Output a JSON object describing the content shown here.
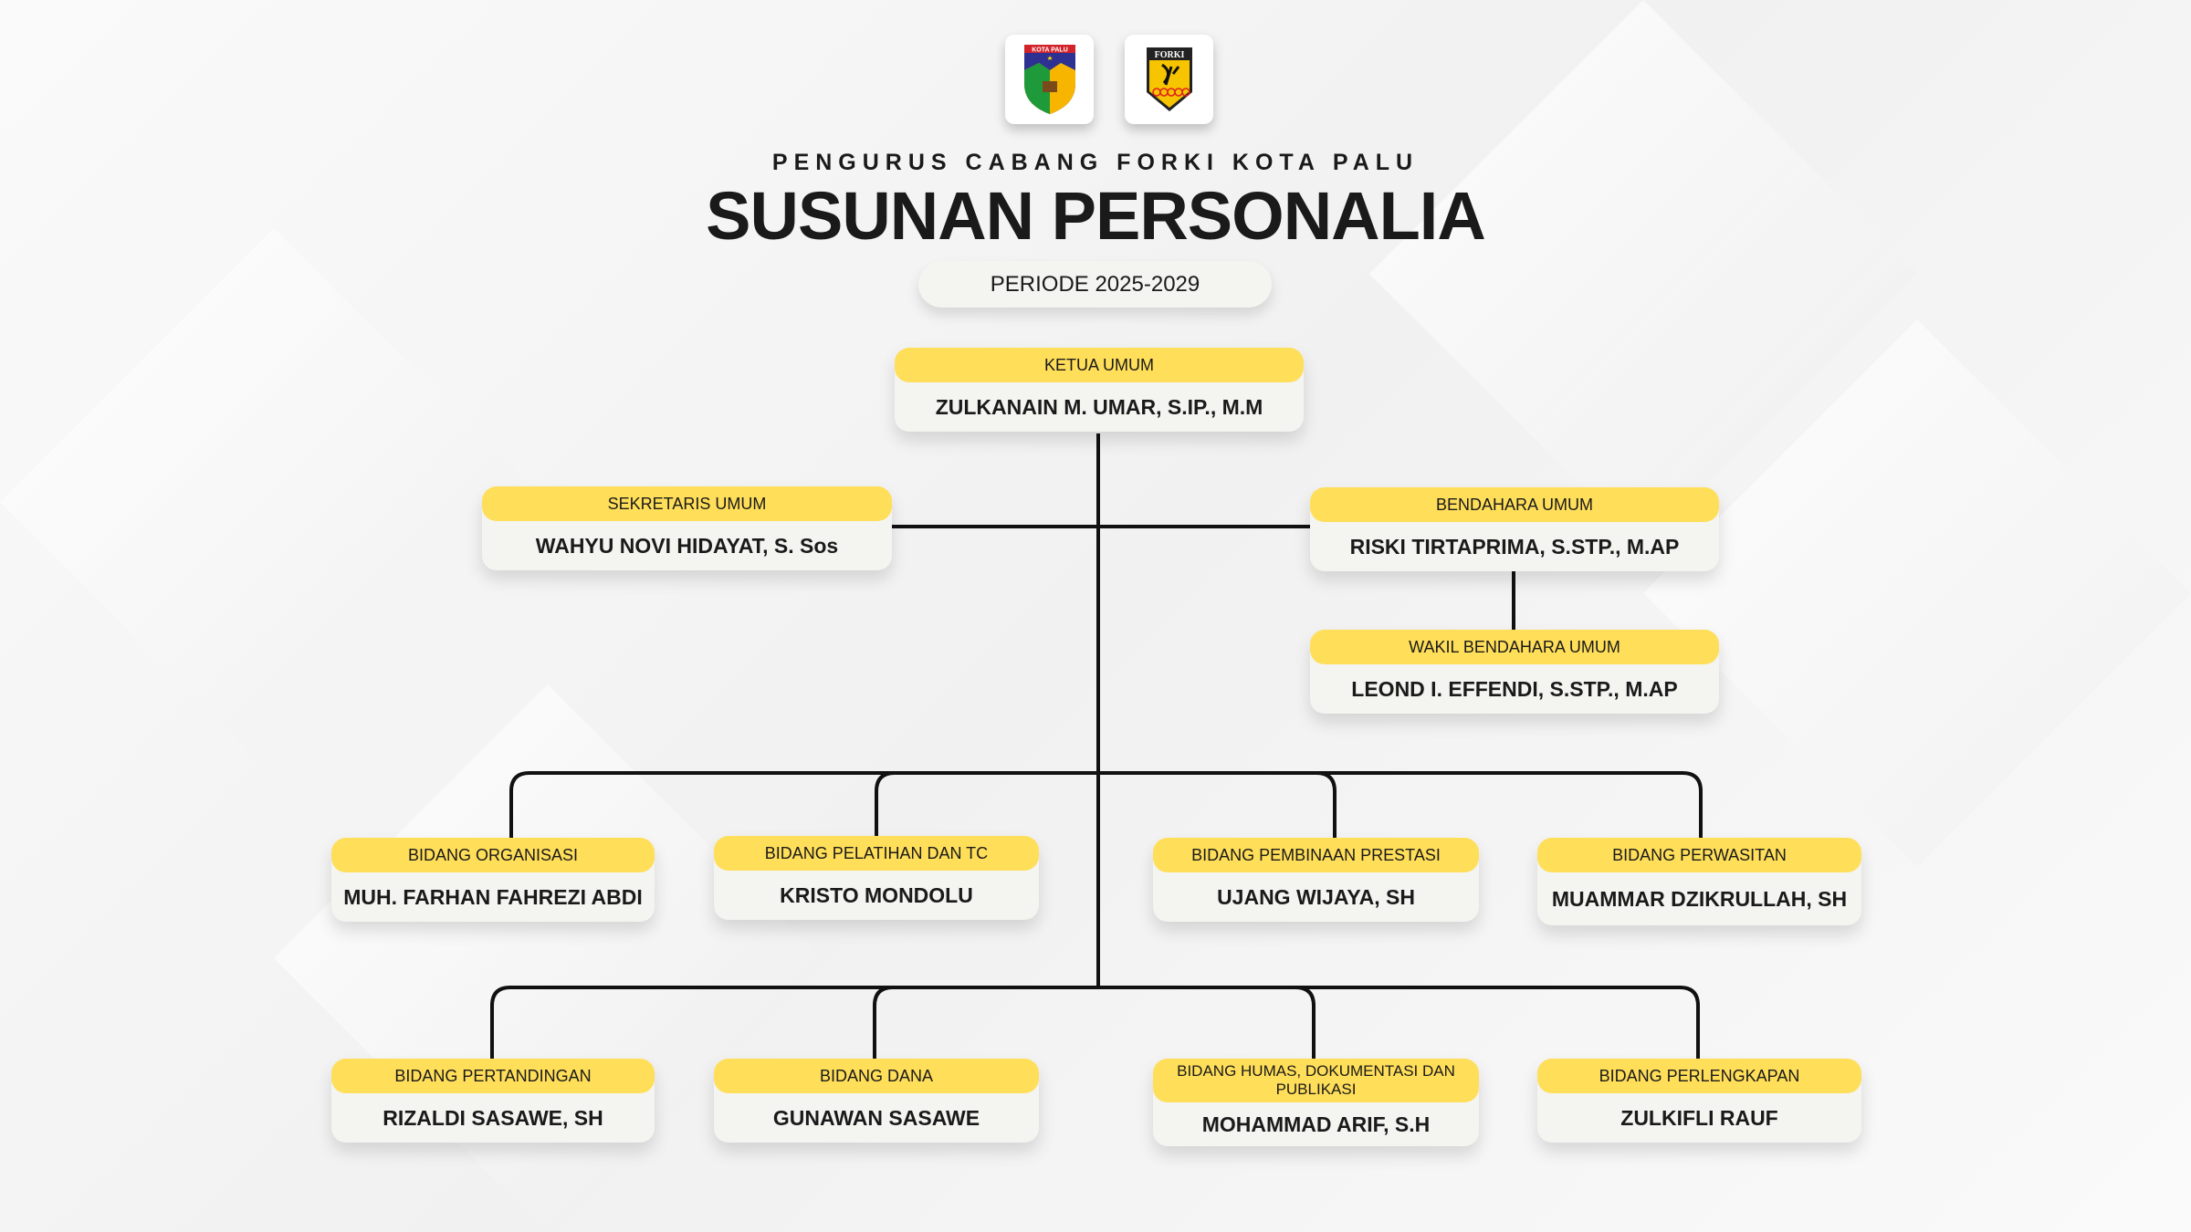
{
  "logos": {
    "left": "KOTA PALU",
    "right": "FORKI"
  },
  "header": {
    "subtitle": "PENGURUS CABANG FORKI KOTA PALU",
    "title": "SUSUNAN PERSONALIA",
    "period": "PERIODE 2025-2029"
  },
  "positions": [
    {
      "role": "KETUA UMUM",
      "name": "ZULKANAIN M. UMAR, S.IP., M.M"
    },
    {
      "role": "SEKRETARIS UMUM",
      "name": "WAHYU NOVI HIDAYAT, S. Sos"
    },
    {
      "role": "BENDAHARA UMUM",
      "name": "RISKI TIRTAPRIMA, S.STP., M.AP"
    },
    {
      "role": "WAKIL BENDAHARA UMUM",
      "name": "LEOND I. EFFENDI, S.STP., M.AP"
    },
    {
      "role": "BIDANG ORGANISASI",
      "name": "MUH. FARHAN FAHREZI ABDI"
    },
    {
      "role": "BIDANG PELATIHAN DAN TC",
      "name": "KRISTO MONDOLU"
    },
    {
      "role": "BIDANG PEMBINAAN PRESTASI",
      "name": "UJANG WIJAYA, SH"
    },
    {
      "role": "BIDANG PERWASITAN",
      "name": "MUAMMAR DZIKRULLAH, SH"
    },
    {
      "role": "BIDANG PERTANDINGAN",
      "name": "RIZALDI SASAWE, SH"
    },
    {
      "role": "BIDANG DANA",
      "name": "GUNAWAN SASAWE"
    },
    {
      "role": "BIDANG HUMAS, DOKUMENTASI DAN PUBLIKASI",
      "name": "MOHAMMAD ARIF, S.H"
    },
    {
      "role": "BIDANG PERLENGKAPAN",
      "name": "ZULKIFLI RAUF"
    }
  ]
}
